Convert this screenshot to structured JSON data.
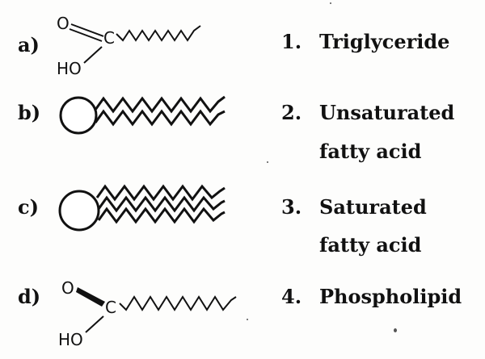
{
  "items": [
    {
      "letter": "a)",
      "oxygen": "O",
      "carbon": "C",
      "hydroxyl": "HO"
    },
    {
      "letter": "b)"
    },
    {
      "letter": "c)"
    },
    {
      "letter": "d)",
      "oxygen": "O",
      "carbon": "C",
      "hydroxyl": "HO"
    }
  ],
  "options": [
    {
      "number": "1.",
      "lines": [
        "Triglyceride"
      ]
    },
    {
      "number": "2.",
      "lines": [
        "Unsaturated",
        "fatty acid"
      ]
    },
    {
      "number": "3.",
      "lines": [
        "Saturated",
        "fatty acid"
      ]
    },
    {
      "number": "4.",
      "lines": [
        "Phospholipid"
      ]
    }
  ],
  "colors": {
    "ink": "#111111",
    "paper": "#fdfdfc"
  }
}
